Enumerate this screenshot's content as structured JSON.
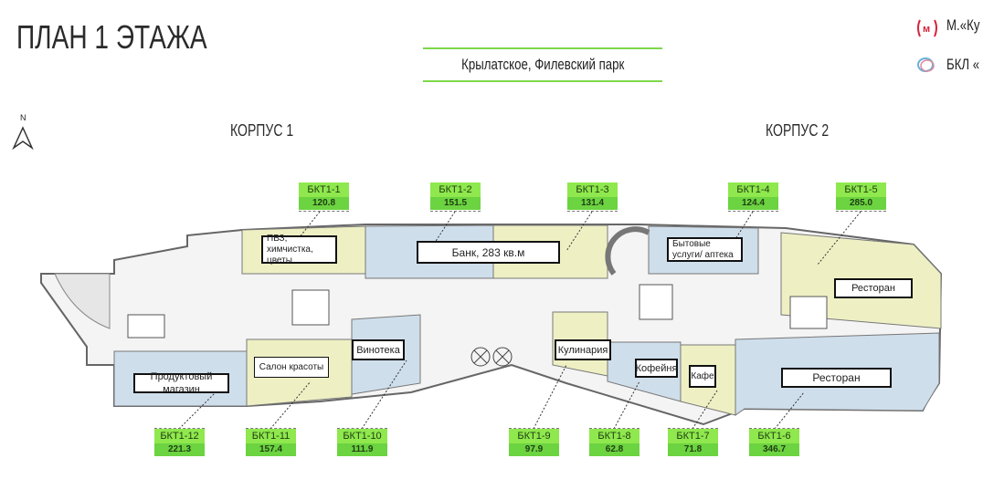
{
  "header": {
    "title": "ПЛАН 1 ЭТАЖА",
    "subtitle": "Крылатское, Филевский парк"
  },
  "legend": {
    "metro_label": "М.«Ку",
    "bkl_label": "БКЛ «",
    "metro_icon": "metro-m-icon",
    "bkl_icon": "bkl-ring-icon"
  },
  "compass": {
    "letter": "N"
  },
  "buildings": {
    "korpus1": "КОРПУС 1",
    "korpus2": "КОРПУС 2"
  },
  "units": [
    {
      "id": "БКТ1-1",
      "area": "120.8"
    },
    {
      "id": "БКТ1-2",
      "area": "151.5"
    },
    {
      "id": "БКТ1-3",
      "area": "131.4"
    },
    {
      "id": "БКТ1-4",
      "area": "124.4"
    },
    {
      "id": "БКТ1-5",
      "area": "285.0"
    },
    {
      "id": "БКТ1-6",
      "area": "346.7"
    },
    {
      "id": "БКТ1-7",
      "area": "71.8"
    },
    {
      "id": "БКТ1-8",
      "area": "62.8"
    },
    {
      "id": "БКТ1-9",
      "area": "97.9"
    },
    {
      "id": "БКТ1-10",
      "area": "111.9"
    },
    {
      "id": "БКТ1-11",
      "area": "157.4"
    },
    {
      "id": "БКТ1-12",
      "area": "221.3"
    }
  ],
  "rooms": {
    "pvz": "ПВЗ, химчистка, цветы",
    "bank": "Банк, 283 кв.м",
    "services": "Бытовые услуги/ аптека",
    "restaurant_top": "Ресторан",
    "wine": "Винотека",
    "culinary": "Кулинария",
    "beauty": "Салон красоты",
    "grocery": "Продуктовый магазин",
    "coffee": "Кофейня",
    "cafe": "Кафе",
    "restaurant_bottom": "Ресторан"
  },
  "colors": {
    "accent_green": "#7dd84a",
    "tag_green": "#8fe84d",
    "blue_zone": "#cfdeeb",
    "yellow_zone": "#eef0c4",
    "metro_red": "#d6243a"
  }
}
